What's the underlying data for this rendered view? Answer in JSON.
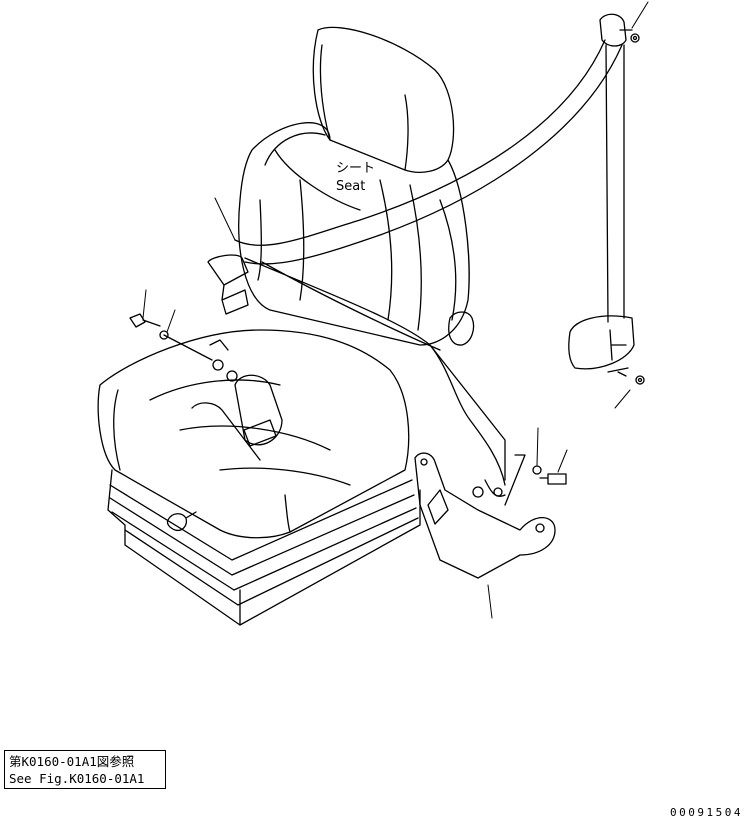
{
  "labels": {
    "seat_jp": "シート",
    "seat_en": "Seat"
  },
  "reference": {
    "line_jp": "第K0160-01A1図参照",
    "line_en": "See Fig.K0160-01A1"
  },
  "drawing_number": "00091504"
}
